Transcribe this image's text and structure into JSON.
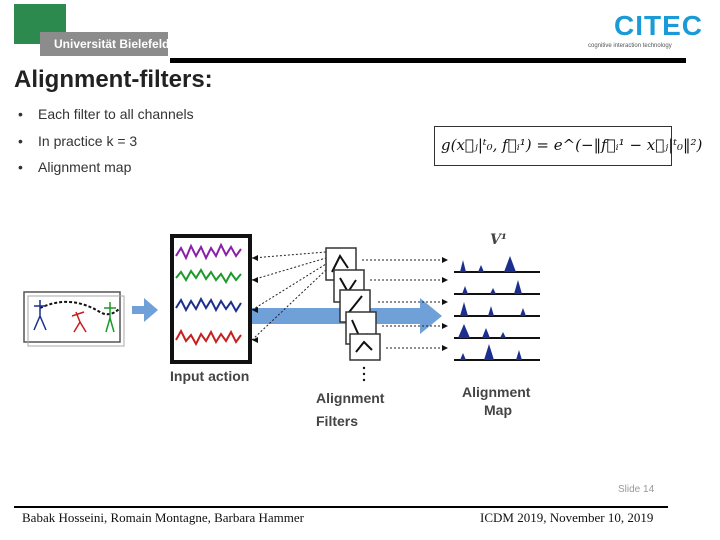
{
  "header": {
    "university": "Universität Bielefeld",
    "citec": "CITEC",
    "citec_tagline": "cognitive interaction technology"
  },
  "title": "Alignment-filters:",
  "bullets": [
    "Each filter to all channels",
    "In practice k = 3",
    "Alignment map"
  ],
  "formula": "g(x⃗ⱼ|ᵗ₀, f⃗ᵢ¹) = e^(−‖f⃗ᵢ¹ − x⃗ⱼ|ᵗ₀‖²)",
  "figure": {
    "input_label": "Input action",
    "filters_label_1": "Alignment",
    "filters_label_2": "Filters",
    "map_label_1": "Alignment",
    "map_label_2": "Map",
    "v_label": "V¹"
  },
  "footer": {
    "slide": "Slide 14",
    "authors": "Babak Hosseini, Romain Montagne, Barbara Hammer",
    "conference": "ICDM 2019, November 10, 2019"
  },
  "colors": {
    "uni_green": "#2d8a4e",
    "uni_grey": "#8c8c8c",
    "citec_blue": "#1a9ad6",
    "map_blue": "#1c2f8f",
    "arrow_blue": "#6fa0d8"
  }
}
